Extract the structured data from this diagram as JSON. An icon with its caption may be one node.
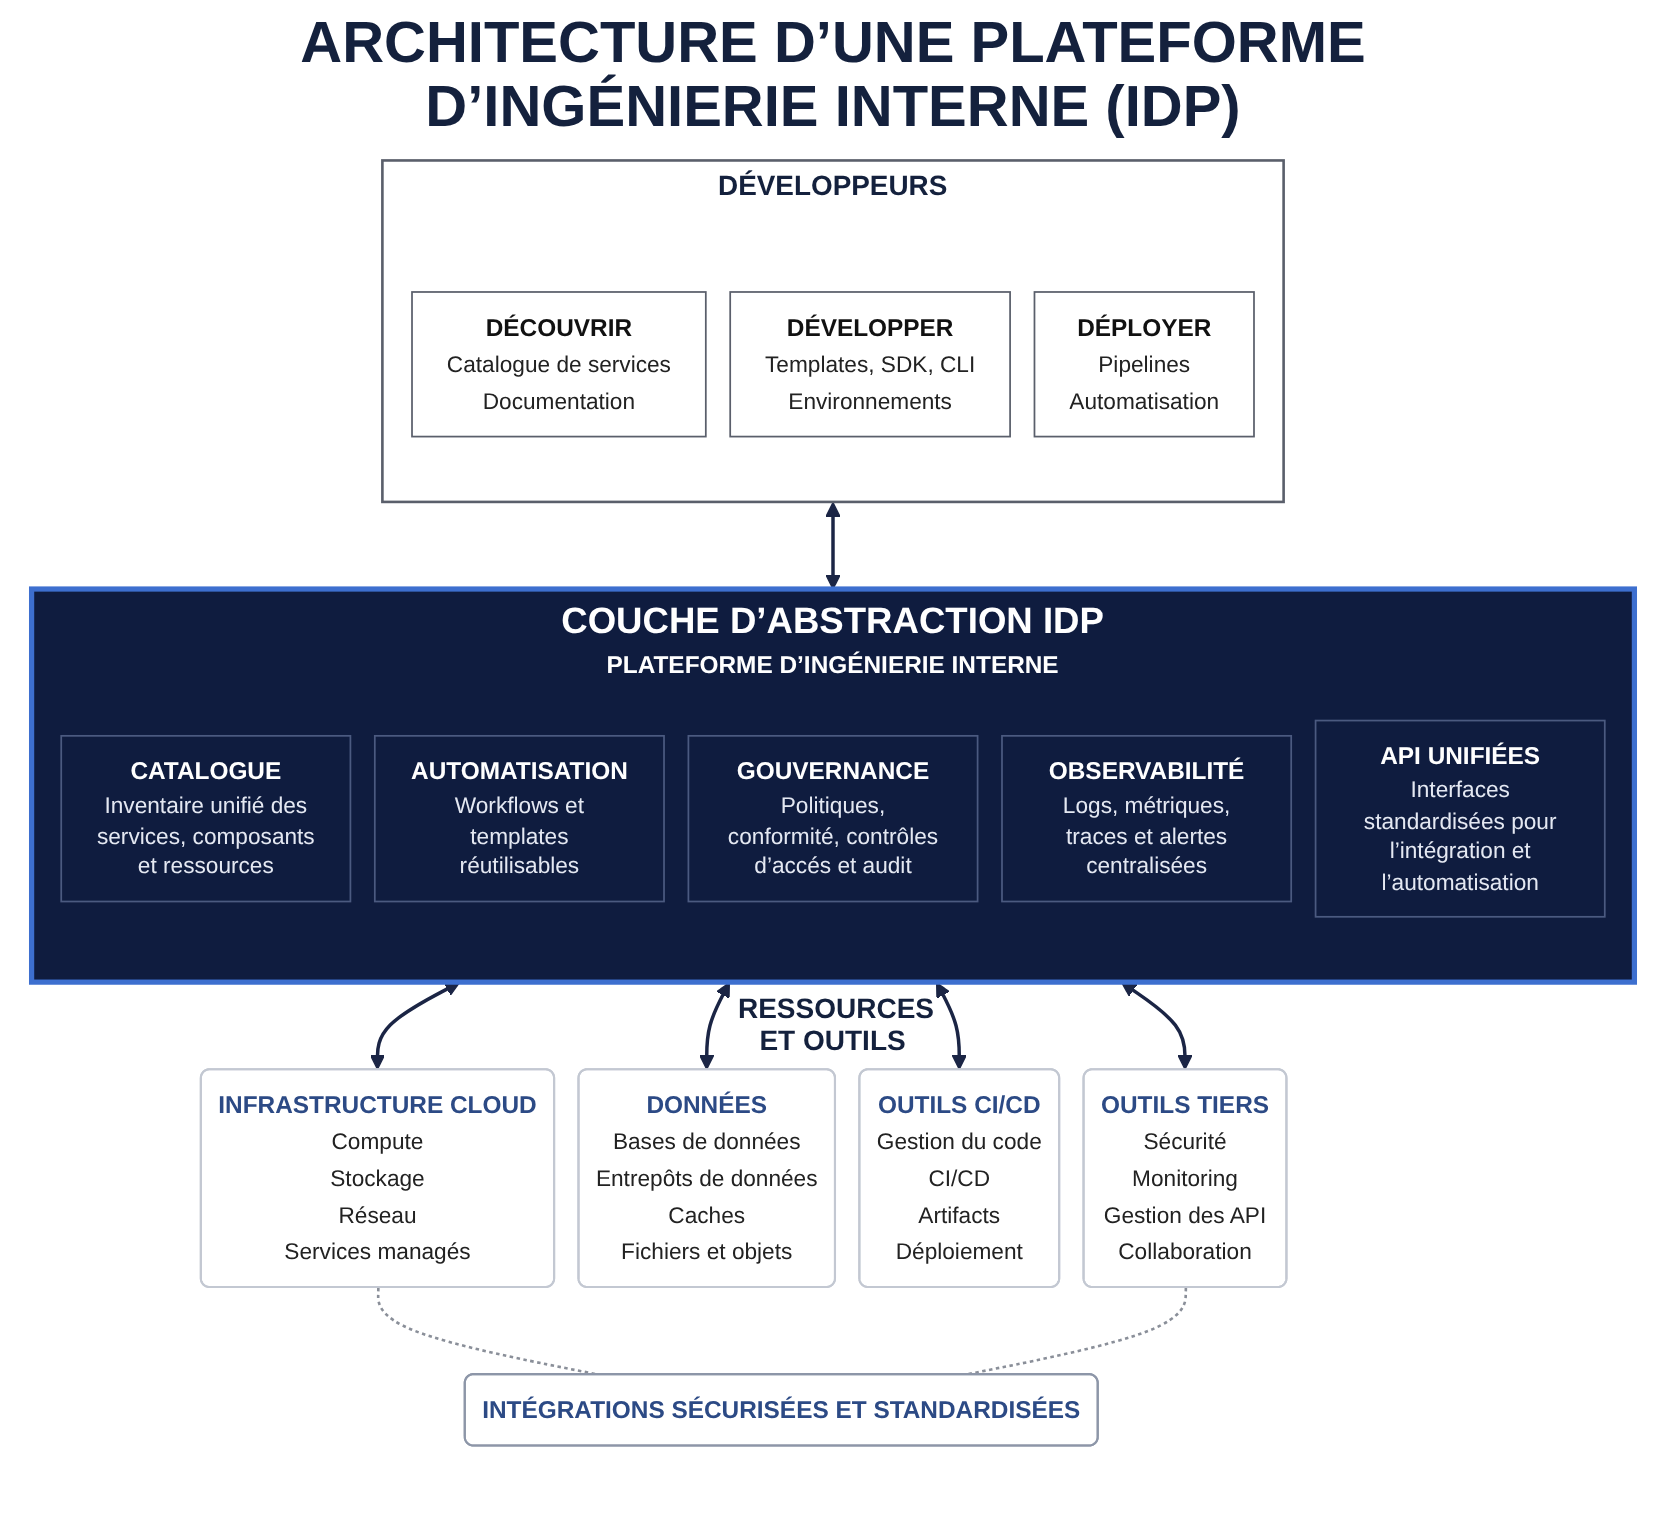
{
  "diagram": {
    "title": "ARCHITECTURE D’UNE PLATEFORME D’INGÉNIERIE INTERNE (IDP)",
    "nodes": [
      {
        "text": [
          "DÉVELOPPEURS"
        ]
      },
      {
        "text": [
          "DÉCOUVRIR",
          "Catalogue de services",
          "Documentation"
        ],
        "in": 0
      },
      {
        "text": [
          "DÉVELOPPER",
          "Templates, SDK, CLI",
          "Environnements"
        ],
        "in": 0
      },
      {
        "text": [
          "DÉPLOYER",
          "Pipelines",
          "Automatisation"
        ],
        "in": 0
      },
      {
        "text": [
          "COUCHE D’ABSTRACTION IDP",
          "PLATEFORME D’INGÉNIERIE INTERNE"
        ]
      },
      {
        "text": [
          "CATALOGUE",
          "Inventaire unifié des services, composants et ressources"
        ],
        "in": 4
      },
      {
        "text": [
          "AUTOMATISATION",
          "Workflows et templates réutilisables"
        ],
        "in": 4
      },
      {
        "text": [
          "GOUVERNANCE",
          "Politiques, conformité, contrôles d’accés et audit"
        ],
        "in": 4
      },
      {
        "text": [
          "OBSERVABILITÉ",
          "Logs, métriques, traces et alertes centralisées"
        ],
        "in": 4
      },
      {
        "text": [
          "API UNIFIÉES",
          "Interfaces standardisées pour l’intégration et l’automatisation"
        ],
        "in": 4
      },
      {
        "text": [
          "INFRASTRUCTURE CLOUD",
          "Compute",
          "Stockage",
          "Réseau",
          "Services managés"
        ]
      },
      {
        "text": [
          "DONNÉES",
          "Bases de données",
          "Entrepôts de données",
          "Caches",
          "Fichiers et objets"
        ]
      },
      {
        "text": [
          "OUTILS CI/CD",
          "Gestion du code",
          "CI/CD",
          "Artifacts",
          "Déploiement"
        ]
      },
      {
        "text": [
          "OUTILS TIERS",
          "Sécurité",
          "Monitoring",
          "Gestion des API",
          "Collaboration"
        ]
      },
      {
        "text": [
          "INTÉGRATIONS SÉCURISÉES ET STANDARDISÉES"
        ]
      }
    ],
    "edges": [
      {
        "from": 0,
        "to": 4,
        "arrow": "both"
      },
      {
        "from": 4,
        "to": 10,
        "arrow": "both"
      },
      {
        "from": 4,
        "to": 11,
        "arrow": "both"
      },
      {
        "from": 4,
        "to": 12,
        "arrow": "both"
      },
      {
        "from": 4,
        "to": 13,
        "arrow": "both"
      },
      {
        "from": 10,
        "to": 14,
        "arrow": "none",
        "style": "dashed",
        "color": "#8a8f99"
      },
      {
        "from": 13,
        "to": 14,
        "arrow": "none",
        "style": "dashed",
        "color": "#8a8f99"
      }
    ],
    "labels": [
      "RESSOURCES ET OUTILS"
    ]
  }
}
